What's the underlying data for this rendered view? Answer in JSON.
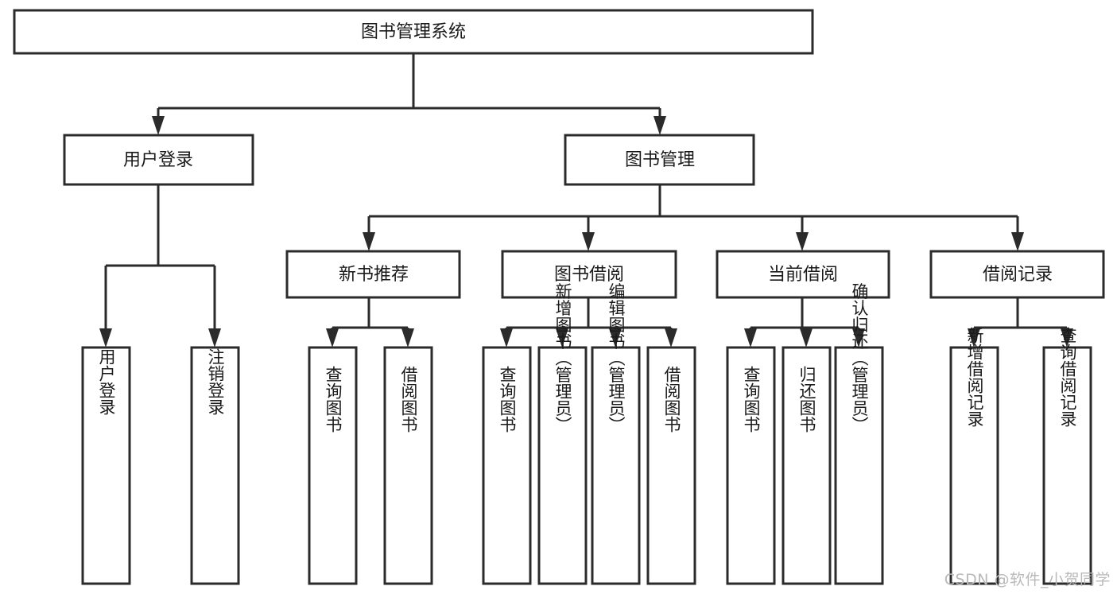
{
  "diagram": {
    "type": "tree-hierarchy-chart",
    "title": "图书管理系统",
    "watermark": "CSDN @软件_小贺同学",
    "colors": {
      "stroke": "#2b2b2b",
      "fill": "#ffffff",
      "text": "#1a1a1a",
      "watermark": "#b9b9b9"
    },
    "nodes": {
      "root": {
        "label": "图书管理系统"
      },
      "level2": [
        {
          "id": "user-login",
          "label": "用户登录"
        },
        {
          "id": "book-management",
          "label": "图书管理"
        }
      ],
      "level3": [
        {
          "id": "new-book-recommend",
          "label": "新书推荐"
        },
        {
          "id": "book-borrow",
          "label": "图书借阅"
        },
        {
          "id": "current-borrow",
          "label": "当前借阅"
        },
        {
          "id": "borrow-record",
          "label": "借阅记录"
        }
      ],
      "leaves": {
        "user-login": [
          {
            "id": "leaf-user-login",
            "label": "用户登录"
          },
          {
            "id": "leaf-logout-login",
            "label": "注销登录"
          }
        ],
        "new-book-recommend": [
          {
            "id": "leaf-query-book-1",
            "label": "查询图书"
          },
          {
            "id": "leaf-borrow-book-1",
            "label": "借阅图书"
          }
        ],
        "book-borrow": [
          {
            "id": "leaf-query-book-2",
            "label": "查询图书"
          },
          {
            "id": "leaf-add-book",
            "label": "新增图书（管理员）"
          },
          {
            "id": "leaf-edit-book",
            "label": "编辑图书（管理员）"
          },
          {
            "id": "leaf-borrow-book-2",
            "label": "借阅图书"
          }
        ],
        "current-borrow": [
          {
            "id": "leaf-query-book-3",
            "label": "查询图书"
          },
          {
            "id": "leaf-return-book",
            "label": "归还图书"
          },
          {
            "id": "leaf-confirm-return",
            "label": "确认归还（管理员）"
          }
        ],
        "borrow-record": [
          {
            "id": "leaf-add-record",
            "label": "新增借阅记录"
          },
          {
            "id": "leaf-query-record",
            "label": "查询借阅记录"
          }
        ]
      }
    }
  }
}
